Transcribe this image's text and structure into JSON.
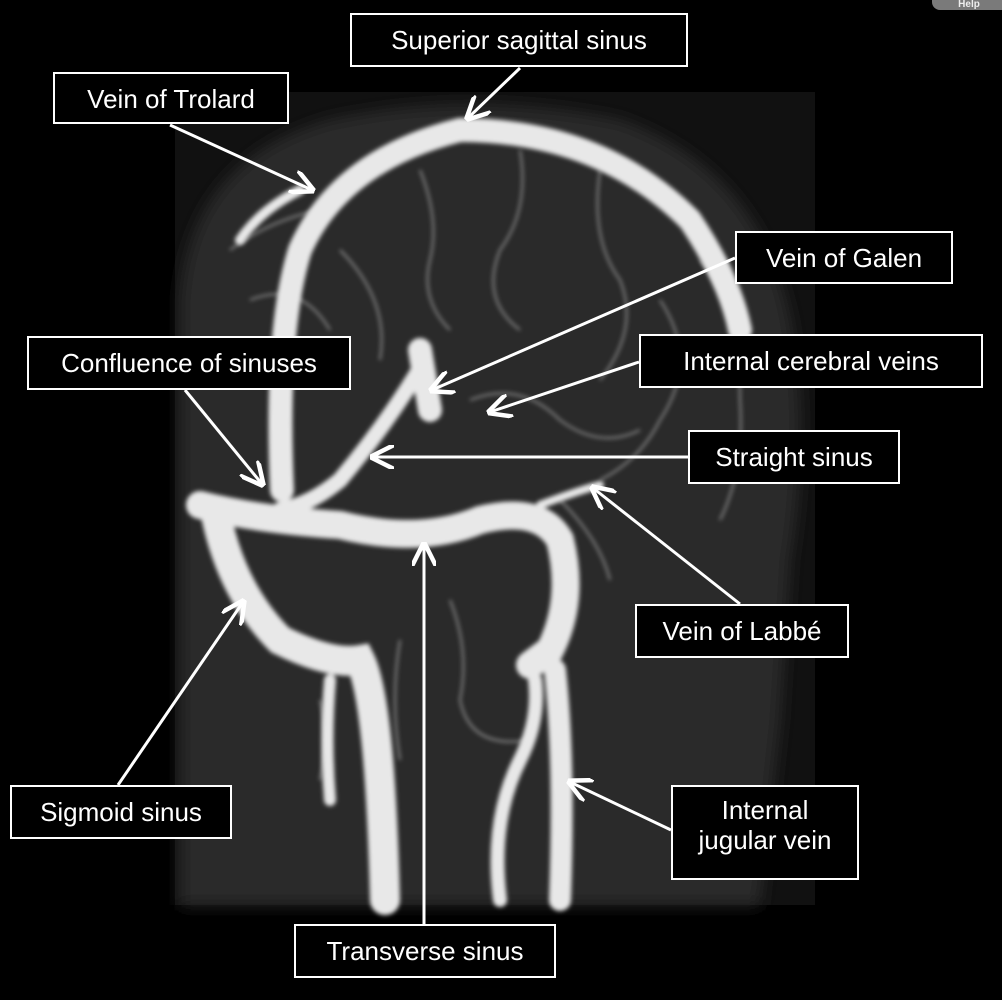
{
  "help_button": "Help",
  "labels": {
    "superior_sagittal_sinus": "Superior sagittal sinus",
    "vein_of_trolard": "Vein of Trolard",
    "vein_of_galen": "Vein of Galen",
    "confluence_of_sinuses": "Confluence of sinuses",
    "internal_cerebral_veins": "Internal cerebral veins",
    "straight_sinus": "Straight sinus",
    "vein_of_labbe": "Vein of Labbé",
    "sigmoid_sinus": "Sigmoid sinus",
    "internal_jugular_vein_line1": "Internal",
    "internal_jugular_vein_line2": "jugular vein",
    "transverse_sinus": "Transverse sinus"
  },
  "colors": {
    "background": "#000000",
    "vessel": "#e8e8e8",
    "label_border": "#ffffff"
  }
}
